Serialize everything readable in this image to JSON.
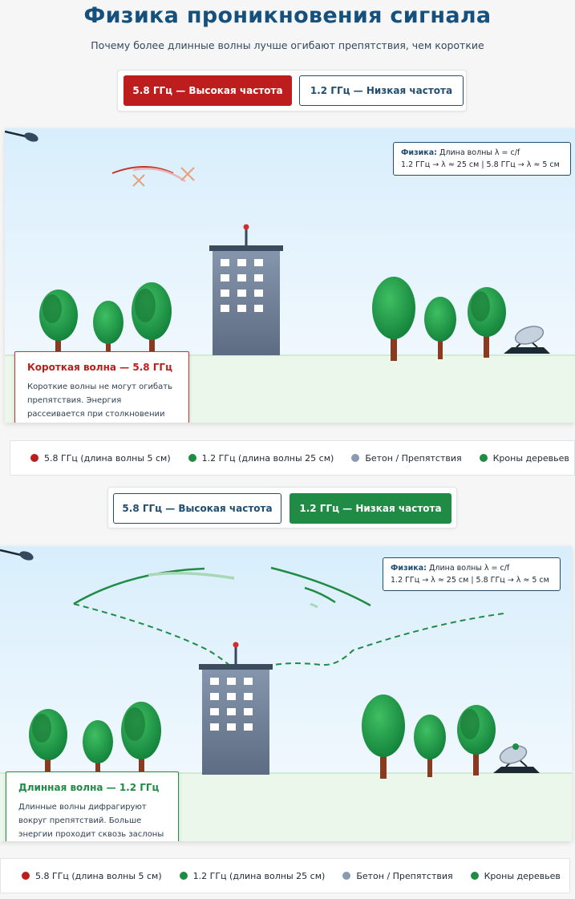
{
  "header": {
    "title": "Физика проникновения сигнала",
    "subtitle": "Почему более длинные волны лучше огибают препятствия, чем короткие"
  },
  "panels": [
    {
      "buttons": [
        {
          "label": "5.8 ГГц — Высокая частота",
          "active": true
        },
        {
          "label": "1.2 ГГц — Низкая частота",
          "active": false
        }
      ],
      "physics": {
        "label": "Физика:",
        "line1": "Длина волны λ = c/f",
        "line2": "1.2 ГГц → λ ≈ 25 см | 5.8 ГГц → λ ≈ 5 см"
      },
      "card": {
        "title": "Короткая волна — 5.8 ГГц",
        "body": "Короткие волны не могут огибать препятствия. Энергия рассеивается при столкновении"
      }
    },
    {
      "buttons": [
        {
          "label": "5.8 ГГц — Высокая частота",
          "active": false
        },
        {
          "label": "1.2 ГГц — Низкая частота",
          "active": true
        }
      ],
      "physics": {
        "label": "Физика:",
        "line1": "Длина волны λ = c/f",
        "line2": "1.2 ГГц → λ ≈ 25 см | 5.8 ГГц → λ ≈ 5 см"
      },
      "card": {
        "title": "Длинная волна — 1.2 ГГц",
        "body": "Длинные волны дифрагируют вокруг препятствий. Больше энергии проходит сквозь заслоны"
      }
    }
  ],
  "legend": [
    {
      "label": "5.8 ГГц (длина волны 5 см)",
      "color": "#be1d1d"
    },
    {
      "label": "1.2 ГГц (длина волны 25 см)",
      "color": "#1f8b45"
    },
    {
      "label": "Бетон / Препятствия",
      "color": "#8a9bb0"
    },
    {
      "label": "Кроны деревьев",
      "color": "#1f8b45"
    }
  ],
  "colors": {
    "high_freq": "#be1d1d",
    "low_freq": "#1f8b45",
    "building": "#6f7f95",
    "tree": "#1f8b45",
    "trunk": "#8b3a1f",
    "ground": "#eaf7ea"
  }
}
